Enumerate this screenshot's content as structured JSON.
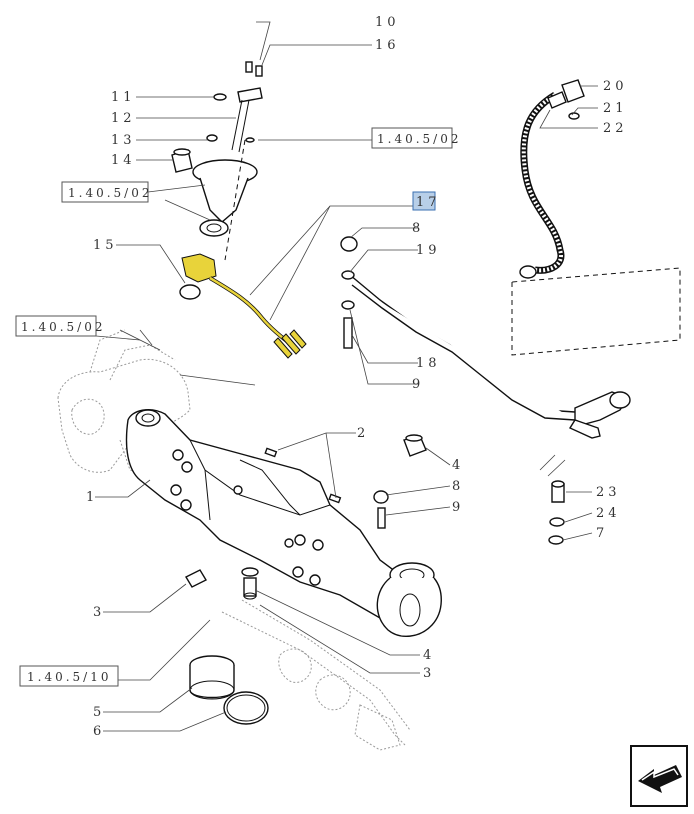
{
  "callouts": [
    {
      "id": "c10",
      "text": "10"
    },
    {
      "id": "c16",
      "text": "16"
    },
    {
      "id": "c11",
      "text": "11"
    },
    {
      "id": "c12",
      "text": "12"
    },
    {
      "id": "c13",
      "text": "13"
    },
    {
      "id": "c14",
      "text": "14"
    },
    {
      "id": "c15",
      "text": "15"
    },
    {
      "id": "c17",
      "text": "17",
      "highlighted": true
    },
    {
      "id": "c8a",
      "text": "8"
    },
    {
      "id": "c19",
      "text": "19"
    },
    {
      "id": "c18",
      "text": "18"
    },
    {
      "id": "c9a",
      "text": "9"
    },
    {
      "id": "c20",
      "text": "20"
    },
    {
      "id": "c21",
      "text": "21"
    },
    {
      "id": "c22",
      "text": "22"
    },
    {
      "id": "c2",
      "text": "2"
    },
    {
      "id": "c4a",
      "text": "4"
    },
    {
      "id": "c8b",
      "text": "8"
    },
    {
      "id": "c9b",
      "text": "9"
    },
    {
      "id": "c1",
      "text": "1"
    },
    {
      "id": "c23",
      "text": "23"
    },
    {
      "id": "c24",
      "text": "24"
    },
    {
      "id": "c7",
      "text": "7"
    },
    {
      "id": "c3a",
      "text": "3"
    },
    {
      "id": "c4b",
      "text": "4"
    },
    {
      "id": "c3b",
      "text": "3"
    },
    {
      "id": "c5",
      "text": "5"
    },
    {
      "id": "c6",
      "text": "6"
    }
  ],
  "references": [
    {
      "id": "r1",
      "text": "1.40.5/02"
    },
    {
      "id": "r2",
      "text": "1.40.5/02"
    },
    {
      "id": "r3",
      "text": "1.40.5/02"
    },
    {
      "id": "r4",
      "text": "1.40.5/10"
    }
  ],
  "colors": {
    "highlight_fill": "#b8cfe8",
    "highlight_stroke": "#3a6fb0",
    "harness_yellow": "#e8d33a",
    "line": "#111111"
  },
  "icons": {
    "nav": "next-page-arrow-icon"
  }
}
